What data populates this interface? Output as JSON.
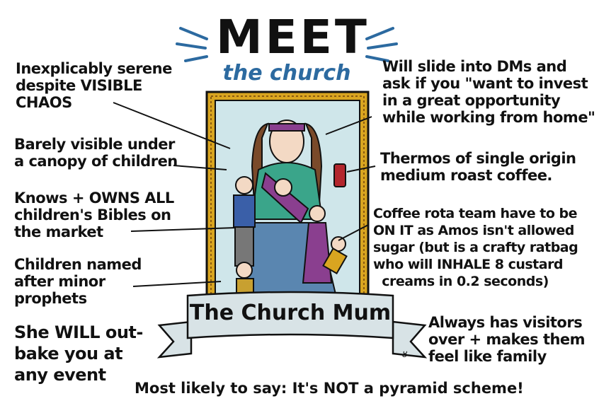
{
  "title": {
    "main": "MEET",
    "sub": "the church"
  },
  "banner": "The Church Mum",
  "signature": "JB",
  "notes": {
    "serene": "Inexplicably serene\ndespite VISIBLE\nCHAOS",
    "canopy": "Barely visible under\na canopy of children",
    "bibles": "Knows + OWNS ALL\nchildren's Bibles on\nthe market",
    "prophets": "Children named\nafter minor\nprophets",
    "bake": "She WILL out-\nbake you at\nany event",
    "dms": "Will slide into DMs and\nask if you \"want to invest\nin a great opportunity\nwhile working from home\"",
    "thermos": "Thermos of single origin\nmedium roast coffee.",
    "coffee_rota": "Coffee rota team have to be\nON IT as Amos isn't allowed\nsugar (but is a crafty ratbag\nwho will INHALE 8 custard\n  creams in 0.2 seconds)",
    "visitors": "Always has visitors\nover + makes them\nfeel like family"
  },
  "footer": "Most likely to say: It's NOT a pyramid scheme!",
  "colors": {
    "frame_gold": "#d9a520",
    "frame_inner": "#cfe6ea",
    "accent_blue": "#2c6aa0",
    "banner": "#d8e3e6",
    "dress": "#5a86b0",
    "top": "#3aa58a",
    "sling": "#8a3f8f"
  }
}
